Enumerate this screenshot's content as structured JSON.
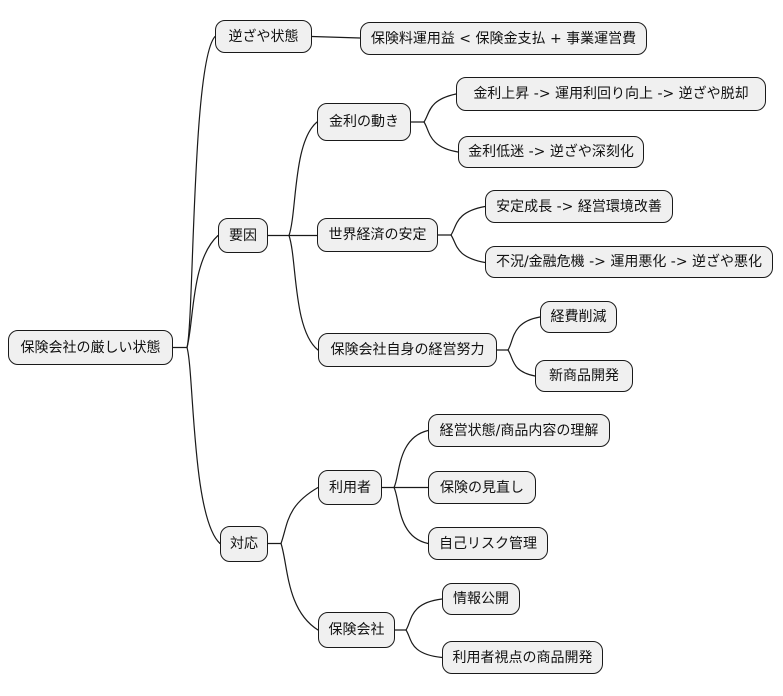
{
  "diagram_type": "mindmap",
  "colors": {
    "background": "#ffffff",
    "node_fill": "#f0f0f0",
    "node_border": "#1a1a1a",
    "connector": "#1a1a1a",
    "text": "#111111"
  },
  "mindmap": {
    "root": {
      "label": "保険会社の厳しい状態",
      "children": [
        {
          "label": "逆ざや状態",
          "children": [
            {
              "label": "保険料運用益 < 保険金支払 + 事業運営費"
            }
          ]
        },
        {
          "label": "要因",
          "children": [
            {
              "label": "金利の動き",
              "children": [
                {
                  "label": "金利上昇 -> 運用利回り向上 -> 逆ざや脱却"
                },
                {
                  "label": "金利低迷 -> 逆ざや深刻化"
                }
              ]
            },
            {
              "label": "世界経済の安定",
              "children": [
                {
                  "label": "安定成長 -> 経営環境改善"
                },
                {
                  "label": "不況/金融危機 -> 運用悪化 -> 逆ざや悪化"
                }
              ]
            },
            {
              "label": "保険会社自身の経営努力",
              "children": [
                {
                  "label": "経費削減"
                },
                {
                  "label": "新商品開発"
                }
              ]
            }
          ]
        },
        {
          "label": "対応",
          "children": [
            {
              "label": "利用者",
              "children": [
                {
                  "label": "経営状態/商品内容の理解"
                },
                {
                  "label": "保険の見直し"
                },
                {
                  "label": "自己リスク管理"
                }
              ]
            },
            {
              "label": "保険会社",
              "children": [
                {
                  "label": "情報公開"
                },
                {
                  "label": "利用者視点の商品開発"
                }
              ]
            }
          ]
        }
      ]
    }
  }
}
